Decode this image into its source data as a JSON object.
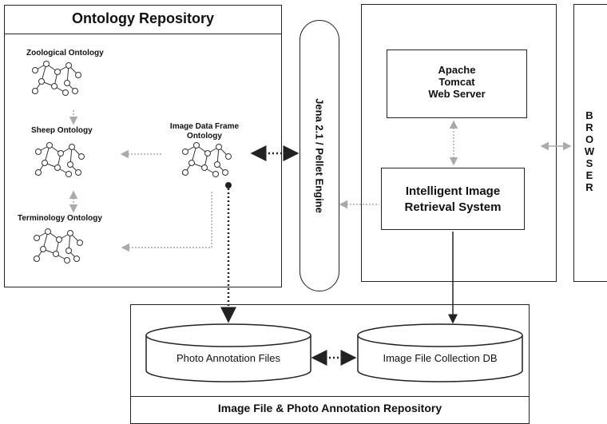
{
  "ontology_repository": {
    "title": "Ontology Repository",
    "zoological": "Zoological Ontology",
    "sheep": "Sheep Ontology",
    "terminology": "Terminology Ontology",
    "image_data_frame": "Image Data Frame Ontology"
  },
  "engine": {
    "label": "Jena 2.1 / Pellet Engine"
  },
  "server": {
    "tomcat": [
      "Apache",
      "Tomcat",
      "Web Server"
    ],
    "retrieval": [
      "Intelligent Image",
      "Retrieval System"
    ]
  },
  "browser": {
    "letters": [
      "B",
      "R",
      "O",
      "W",
      "S",
      "E",
      "R"
    ]
  },
  "file_repository": {
    "title": "Image File & Photo Annotation Repository",
    "photo_annotation": "Photo Annotation Files",
    "image_collection": "Image File Collection DB"
  }
}
